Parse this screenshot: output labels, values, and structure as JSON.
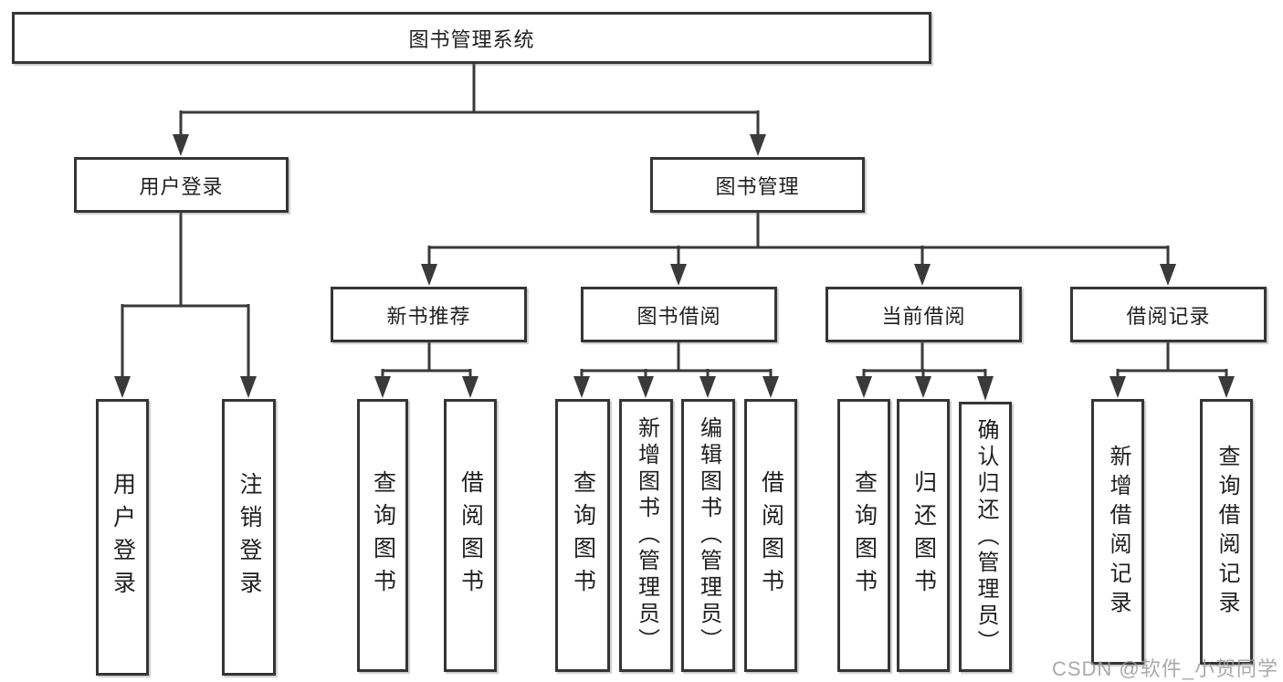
{
  "diagram": {
    "root": {
      "label": "图书管理系统"
    },
    "level2": {
      "user_login": {
        "label": "用户登录"
      },
      "book_mgmt": {
        "label": "图书管理"
      }
    },
    "level3": {
      "new_books": {
        "label": "新书推荐"
      },
      "book_borrow": {
        "label": "图书借阅"
      },
      "current_borrow": {
        "label": "当前借阅"
      },
      "borrow_records": {
        "label": "借阅记录"
      }
    },
    "leaves": {
      "user_login": [
        {
          "label": "用户登录"
        },
        {
          "label": "注销登录"
        }
      ],
      "new_books": [
        {
          "label": "查询图书"
        },
        {
          "label": "借阅图书"
        }
      ],
      "book_borrow": [
        {
          "label": "查询图书"
        },
        {
          "label": "新增图书（管理员）"
        },
        {
          "label": "编辑图书（管理员）"
        },
        {
          "label": "借阅图书"
        }
      ],
      "current_borrow": [
        {
          "label": "查询图书"
        },
        {
          "label": "归还图书"
        },
        {
          "label": "确认归还（管理员）"
        }
      ],
      "borrow_records": [
        {
          "label": "新增借阅记录"
        },
        {
          "label": "查询借阅记录"
        }
      ]
    },
    "watermark": "CSDN @软件_小贺同学",
    "colors": {
      "line": "#3a3a3a",
      "box_border": "#353535",
      "text": "#1f1f1f",
      "watermark": "#9e9e9e",
      "background": "#ffffff"
    }
  }
}
